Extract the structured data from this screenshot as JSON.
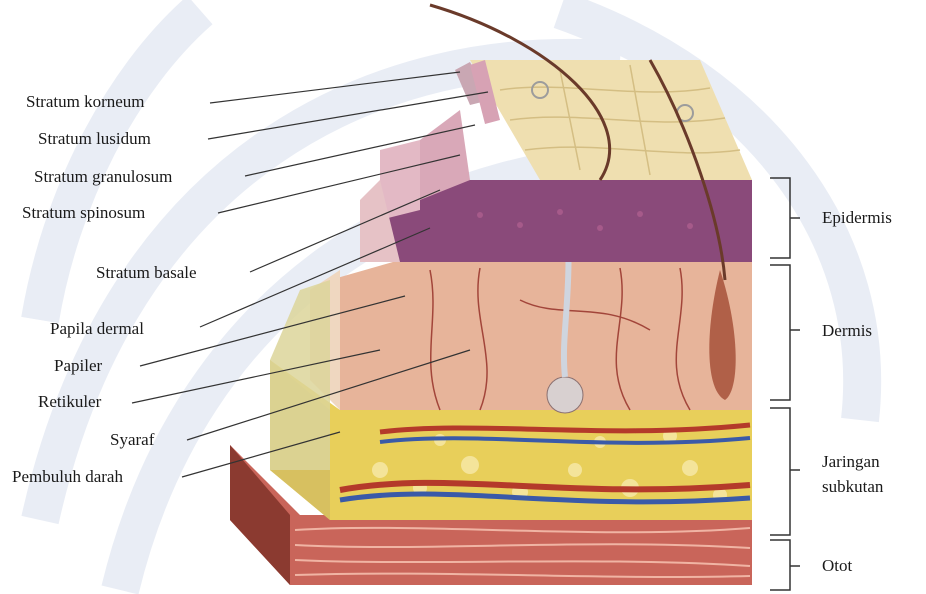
{
  "left_labels": {
    "stratum_korneum": "Stratum korneum",
    "stratum_lusidum": "Stratum lusidum",
    "stratum_granulosum": "Stratum granulosum",
    "stratum_spinosum": "Stratum spinosum",
    "stratum_basale": "Stratum basale",
    "papila_dermal": "Papila dermal",
    "papiler": "Papiler",
    "retikuler": "Retikuler",
    "syaraf": "Syaraf",
    "pembuluh_darah": "Pembuluh darah"
  },
  "right_labels": {
    "epidermis": "Epidermis",
    "dermis": "Dermis",
    "jaringan_subkutan_1": "Jaringan",
    "jaringan_subkutan_2": "subkutan",
    "otot": "Otot"
  },
  "colors": {
    "watermark": "#e9edf5",
    "surface": "#efdfb0",
    "epidermis_purple": "#8a4a7a",
    "dermis_pink": "#e7b49a",
    "fat_yellow": "#e8cf5a",
    "muscle_red": "#c9655a",
    "vessel_red": "#b43a2a",
    "vessel_blue": "#3a5aa8",
    "leader": "#333333"
  }
}
